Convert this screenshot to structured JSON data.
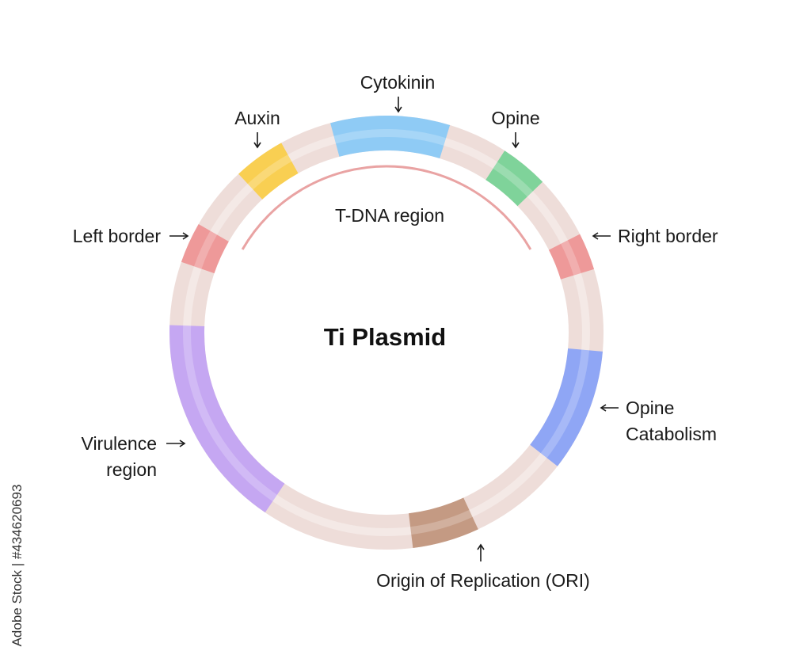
{
  "title": "Ti Plasmid",
  "tdna_label": "T-DNA region",
  "labels": {
    "cytokinin": "Cytokinin",
    "auxin": "Auxin",
    "opine": "Opine",
    "left_border": "Left border",
    "right_border": "Right border",
    "opine_catabolism_1": "Opine",
    "opine_catabolism_2": "Catabolism",
    "virulence_1": "Virulence",
    "virulence_2": "region",
    "ori": "Origin of Replication (ORI)"
  },
  "colors": {
    "backbone": "#eeddd9",
    "cytokinin": "#8fcbf5",
    "auxin": "#f9cf52",
    "opine": "#7fd39a",
    "left_border": "#ee9999",
    "right_border": "#ee9999",
    "opine_catabolism": "#8fa6f5",
    "virulence": "#c5a7f2",
    "ori": "#c49a83",
    "tdna_arc": "#e9a3a3"
  },
  "watermark": "Adobe Stock | #434620693"
}
